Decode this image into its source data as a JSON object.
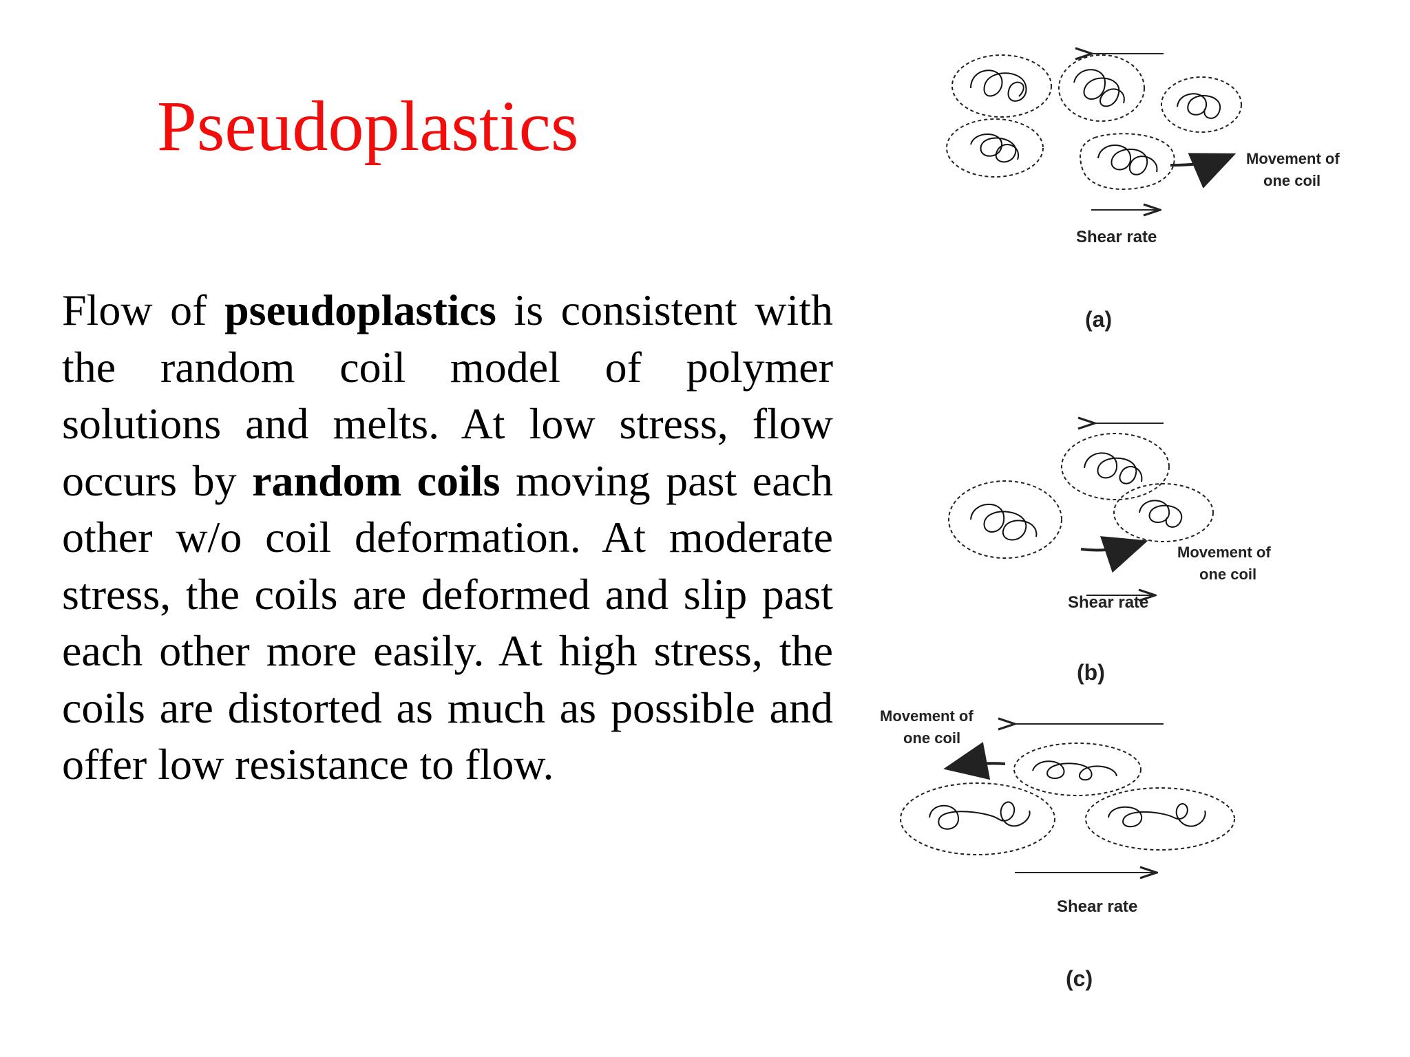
{
  "slide": {
    "title": "Pseudoplastics",
    "body": {
      "t1": "Flow of ",
      "b1": "pseudoplastics",
      "t2": " is consistent with the random coil model of polymer solutions and melts.  At low stress, flow occurs by ",
      "b2": "random coils",
      "t3": " moving past each other w/o coil deformation.  At moderate stress, the coils are deformed and slip past each other more easily.  At high stress, the coils are distorted as much as possible and offer low resistance to flow."
    }
  },
  "figure": {
    "panels": [
      {
        "id": "a",
        "caption": "(a)",
        "shear_label": "Shear rate",
        "movement_line1": "Movement of",
        "movement_line2": "one coil"
      },
      {
        "id": "b",
        "caption": "(b)",
        "shear_label": "Shear rate",
        "movement_line1": "Movement of",
        "movement_line2": "one coil"
      },
      {
        "id": "c",
        "caption": "(c)",
        "shear_label": "Shear rate",
        "movement_line1": "Movement of",
        "movement_line2": "one coil"
      }
    ]
  }
}
